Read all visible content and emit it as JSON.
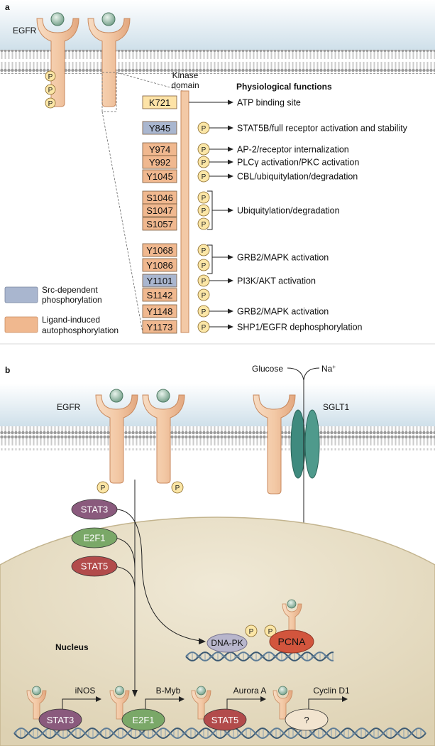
{
  "panel_a": {
    "letter": "a",
    "receptor_label": "EGFR",
    "kinase_domain_line1": "Kinase",
    "kinase_domain_line2": "domain",
    "functions_header": "Physiological functions",
    "p": "P",
    "residues": [
      {
        "name": "K721",
        "type": "other",
        "phos": false
      },
      {
        "name": "Y845",
        "type": "src",
        "phos": true
      },
      {
        "name": "Y974",
        "type": "ligand",
        "phos": true
      },
      {
        "name": "Y992",
        "type": "ligand",
        "phos": true
      },
      {
        "name": "Y1045",
        "type": "ligand",
        "phos": true
      },
      {
        "name": "S1046",
        "type": "ligand",
        "phos": true
      },
      {
        "name": "S1047",
        "type": "ligand",
        "phos": true
      },
      {
        "name": "S1057",
        "type": "ligand",
        "phos": true
      },
      {
        "name": "Y1068",
        "type": "ligand",
        "phos": true
      },
      {
        "name": "Y1086",
        "type": "ligand",
        "phos": true
      },
      {
        "name": "Y1101",
        "type": "src",
        "phos": true
      },
      {
        "name": "S1142",
        "type": "ligand",
        "phos": true
      },
      {
        "name": "Y1148",
        "type": "ligand",
        "phos": true
      },
      {
        "name": "Y1173",
        "type": "ligand",
        "phos": true
      }
    ],
    "functions": [
      "ATP binding site",
      "STAT5B/full receptor activation and stability",
      "AP-2/receptor internalization",
      "PLCγ activation/PKC activation",
      "CBL/ubiquitylation/degradation",
      "Ubiquitylation/degradation",
      "GRB2/MAPK activation",
      "PI3K/AKT activation",
      "GRB2/MAPK activation",
      "SHP1/EGFR dephosphorylation"
    ],
    "legend": {
      "src_line1": "Src-dependent",
      "src_line2": "phosphorylation",
      "ligand_line1": "Ligand-induced",
      "ligand_line2": "autophosphorylation"
    }
  },
  "panel_b": {
    "letter": "b",
    "receptor_label": "EGFR",
    "glucose": "Glucose",
    "sodium": "Na",
    "sodium_sup": "+",
    "sglt1": "SGLT1",
    "p": "P",
    "factors": [
      "STAT3",
      "E2F1",
      "STAT5"
    ],
    "nucleus": "Nucleus",
    "dna_pk": "DNA-PK",
    "pcna": "PCNA",
    "targets": [
      "iNOS",
      "B-Myb",
      "Aurora A",
      "Cyclin D1"
    ],
    "promoter_factors": [
      "STAT3",
      "E2F1",
      "STAT5",
      "?"
    ]
  },
  "colors": {
    "membrane": "#c9dbe6",
    "receptor": "#f3c9a6",
    "receptor_edge": "#c98a5f",
    "ligand_box": "#f0b88f",
    "src_box": "#a9b6cf",
    "k721_box": "#fde3a7",
    "p_circle": "#fbe6a6",
    "stat3": "#8a5a7d",
    "e2f1": "#7aa868",
    "stat5": "#b24b4b",
    "sglt1": "#3f8a7e",
    "nucleus": "#e6ddc6"
  }
}
